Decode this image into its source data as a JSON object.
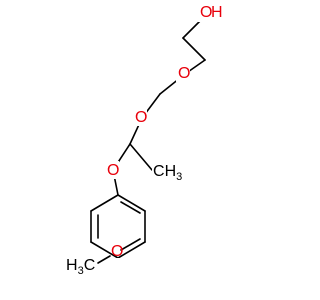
{
  "colors": {
    "bond": "#000000",
    "oxygen": "#e8000b",
    "carbon": "#000000"
  },
  "labels": {
    "hydroxyl": {
      "element": "O",
      "hydrogen": "H"
    },
    "ether_o1": "O",
    "ether_o2": "O",
    "ether_o3": "O",
    "methyl": {
      "element": "C",
      "hydrogen": "H",
      "count": "3"
    },
    "methoxy": {
      "hydrogen": "H",
      "count": "3",
      "element": "C",
      "oxygen": "O"
    }
  }
}
